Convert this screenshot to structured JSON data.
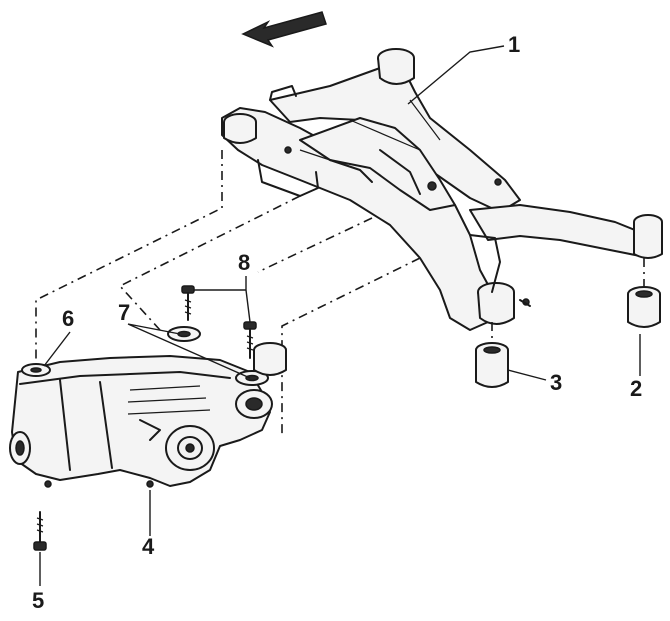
{
  "callouts": [
    {
      "id": "1",
      "text": "1"
    },
    {
      "id": "2",
      "text": "2"
    },
    {
      "id": "3",
      "text": "3"
    },
    {
      "id": "4",
      "text": "4"
    },
    {
      "id": "5",
      "text": "5"
    },
    {
      "id": "6",
      "text": "6"
    },
    {
      "id": "7",
      "text": "7"
    },
    {
      "id": "8",
      "text": "8"
    }
  ],
  "icons": {
    "direction_arrow": "travel-direction-arrow-icon"
  },
  "colors": {
    "ink": "#1a1a1a",
    "paper": "#ffffff"
  }
}
